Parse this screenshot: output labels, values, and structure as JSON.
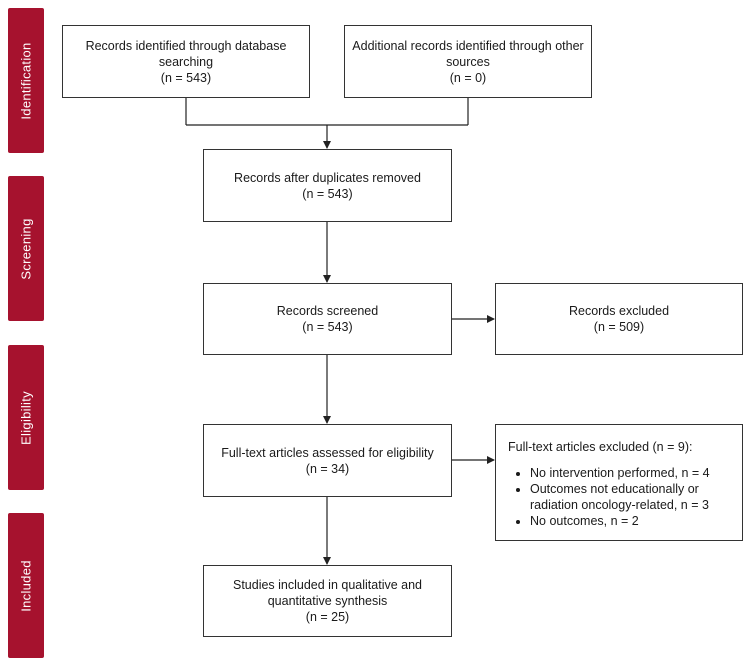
{
  "colors": {
    "phase": "#a6122e",
    "box_border": "#333333",
    "connector": "#222222"
  },
  "phases": [
    {
      "key": "identification",
      "label": "Identification"
    },
    {
      "key": "screening",
      "label": "Screening"
    },
    {
      "key": "eligibility",
      "label": "Eligibility"
    },
    {
      "key": "included",
      "label": "Included"
    }
  ],
  "boxes": {
    "database": {
      "line1": "Records identified through database",
      "line2": "searching",
      "count": "(n = 543)"
    },
    "other": {
      "line1": "Additional records identified through other",
      "line2": "sources",
      "count": "(n = 0)"
    },
    "duplicates": {
      "line1": "Records after duplicates removed",
      "count": "(n = 543)"
    },
    "screened": {
      "line1": "Records screened",
      "count": "(n = 543)"
    },
    "excluded": {
      "line1": "Records excluded",
      "count": "(n = 509)"
    },
    "fulltext": {
      "line1": "Full-text articles assessed for eligibility",
      "count": "(n = 34)"
    },
    "fulltext_excluded": {
      "title": "Full-text articles excluded (n = 9):",
      "reasons": [
        "No intervention performed, n = 4",
        "Outcomes not educationally or radiation oncology-related, n = 3",
        "No outcomes, n = 2"
      ]
    },
    "included": {
      "line1": "Studies included in qualitative and",
      "line2": "quantitative synthesis",
      "count": "(n = 25)"
    }
  }
}
